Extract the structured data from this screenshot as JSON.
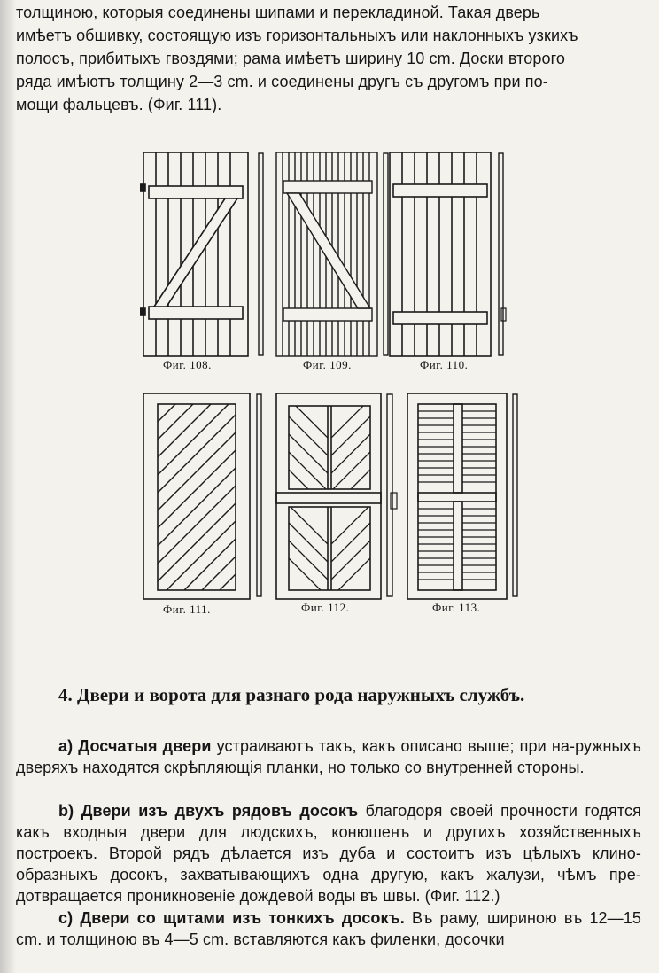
{
  "intro": {
    "line1": "толщиною, которыя соединены шипами и перекладиной. Такая дверь",
    "line2": "имѣетъ обшивку, состоящую изъ горизонтальныхъ или наклонныхъ узкихъ",
    "line3": "полосъ, прибитыхъ гвоздями; рама имѣетъ ширину 10 cm. Доски второго",
    "line4": "ряда имѣютъ толщину 2—3 cm. и соединены другъ съ другомъ при по-",
    "line5": "мощи фальцевъ. (Фиг. 111)."
  },
  "figures": [
    {
      "caption": "Фиг. 108."
    },
    {
      "caption": "Фиг. 109."
    },
    {
      "caption": "Фиг. 110."
    },
    {
      "caption": "Фиг. 111."
    },
    {
      "caption": "Фиг. 112."
    },
    {
      "caption": "Фиг. 113."
    }
  ],
  "section_heading": "4. Двери и ворота для разнаго рода наружныхъ службъ.",
  "para_a": {
    "lead": "a) Досчатыя двери",
    "text": " устраиваютъ такъ, какъ описано выше; при на-ружныхъ дверяхъ находятся скрѣпляющія планки, но только со внутренней стороны."
  },
  "para_b": {
    "lead": "b) Двери изъ двухъ рядовъ досокъ",
    "text": " благодоря своей прочности годятся какъ входныя двери для людскихъ, конюшенъ и другихъ хозяйственныхъ построекъ. Второй рядъ дѣлается изъ дуба и состоитъ изъ цѣлыхъ клино-образныхъ досокъ, захватывающихъ одна другую, какъ жалузи, чѣмъ пре-дотвращается проникновеніе дождевой воды въ швы. (Фиг. 112.)"
  },
  "para_c": {
    "lead": "c) Двери со щитами изъ тонкихъ досокъ.",
    "text": " Въ раму, шириною въ 12—15 cm. и толщиною въ 4—5 cm. вставляются какъ филенки, досочки"
  }
}
